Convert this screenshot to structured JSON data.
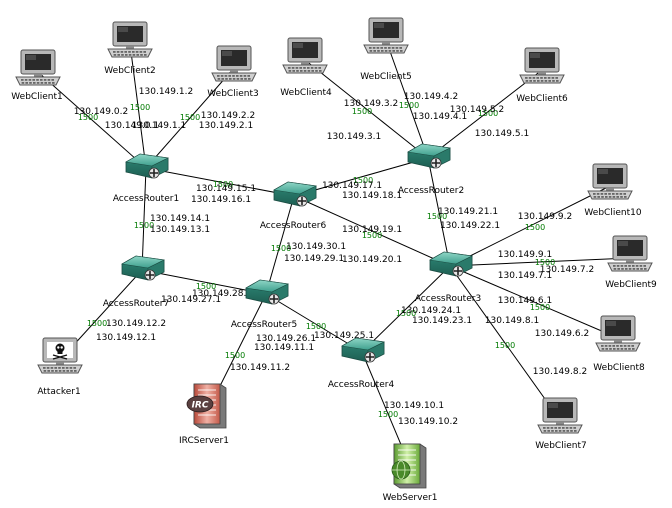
{
  "colors": {
    "background": "#ffffff",
    "link": "#000000",
    "bandwidth": "#007a00",
    "router": "#3fa08e",
    "irc_server": "#d47a6a",
    "web_server": "#7fbf4a"
  },
  "nodes": [
    {
      "id": "WebClient1",
      "label": "WebClient1",
      "type": "client",
      "icon": "monitor-icon"
    },
    {
      "id": "WebClient2",
      "label": "WebClient2",
      "type": "client",
      "icon": "monitor-icon"
    },
    {
      "id": "WebClient3",
      "label": "WebClient3",
      "type": "client",
      "icon": "monitor-icon"
    },
    {
      "id": "WebClient4",
      "label": "WebClient4",
      "type": "client",
      "icon": "monitor-icon"
    },
    {
      "id": "WebClient5",
      "label": "WebClient5",
      "type": "client",
      "icon": "monitor-icon"
    },
    {
      "id": "WebClient6",
      "label": "WebClient6",
      "type": "client",
      "icon": "monitor-icon"
    },
    {
      "id": "WebClient7",
      "label": "WebClient7",
      "type": "client",
      "icon": "monitor-icon"
    },
    {
      "id": "WebClient8",
      "label": "WebClient8",
      "type": "client",
      "icon": "monitor-icon"
    },
    {
      "id": "WebClient9",
      "label": "WebClient9",
      "type": "client",
      "icon": "monitor-icon"
    },
    {
      "id": "WebClient10",
      "label": "WebClient10",
      "type": "client",
      "icon": "monitor-icon"
    },
    {
      "id": "Attacker1",
      "label": "Attacker1",
      "type": "attacker",
      "icon": "skull-monitor-icon"
    },
    {
      "id": "AccessRouter1",
      "label": "AccessRouter1",
      "type": "router",
      "icon": "router-icon"
    },
    {
      "id": "AccessRouter2",
      "label": "AccessRouter2",
      "type": "router",
      "icon": "router-icon"
    },
    {
      "id": "AccessRouter3",
      "label": "AccessRouter3",
      "type": "router",
      "icon": "router-icon"
    },
    {
      "id": "AccessRouter4",
      "label": "AccessRouter4",
      "type": "router",
      "icon": "router-icon"
    },
    {
      "id": "AccessRouter5",
      "label": "AccessRouter5",
      "type": "router",
      "icon": "router-icon"
    },
    {
      "id": "AccessRouter6",
      "label": "AccessRouter6",
      "type": "router",
      "icon": "router-icon"
    },
    {
      "id": "AccessRouter7",
      "label": "AccessRouter7",
      "type": "router",
      "icon": "router-icon"
    },
    {
      "id": "IRCServer1",
      "label": "IRCServer1",
      "type": "irc",
      "icon": "irc-server-icon",
      "badge": "IRC"
    },
    {
      "id": "WebServer1",
      "label": "WebServer1",
      "type": "web",
      "icon": "web-server-icon"
    }
  ],
  "links": [
    {
      "a": "WebClient1",
      "b": "AccessRouter1",
      "bw": "1500",
      "ip_a": "130.149.0.2",
      "ip_b": "130.149.0.1"
    },
    {
      "a": "WebClient2",
      "b": "AccessRouter1",
      "bw": "1500",
      "ip_a": "130.149.1.2",
      "ip_b": "130.149.1.1"
    },
    {
      "a": "WebClient3",
      "b": "AccessRouter1",
      "bw": "1500",
      "ip_a": "130.149.2.2",
      "ip_b": "130.149.2.1"
    },
    {
      "a": "WebClient4",
      "b": "AccessRouter2",
      "bw": "1500",
      "ip_a": "130.149.3.2",
      "ip_b": "130.149.3.1"
    },
    {
      "a": "WebClient5",
      "b": "AccessRouter2",
      "bw": "1500",
      "ip_a": "130.149.4.2",
      "ip_b": "130.149.4.1"
    },
    {
      "a": "WebClient6",
      "b": "AccessRouter2",
      "bw": "1500",
      "ip_a": "130.149.5.2",
      "ip_b": "130.149.5.1"
    },
    {
      "a": "AccessRouter1",
      "b": "AccessRouter6",
      "bw": "1500",
      "ip_a": "130.149.15.1",
      "ip_b": "130.149.16.1"
    },
    {
      "a": "AccessRouter6",
      "b": "AccessRouter2",
      "bw": "1500",
      "ip_a": "130.149.17.1",
      "ip_b": "130.149.18.1"
    },
    {
      "a": "AccessRouter1",
      "b": "AccessRouter7",
      "bw": "1500",
      "ip_a": "130.149.14.1",
      "ip_b": "130.149.13.1"
    },
    {
      "a": "AccessRouter2",
      "b": "AccessRouter3",
      "bw": "1500",
      "ip_a": "130.149.21.1",
      "ip_b": "130.149.22.1"
    },
    {
      "a": "AccessRouter6",
      "b": "AccessRouter3",
      "bw": "1500",
      "ip_a": "130.149.19.1",
      "ip_b": "130.149.20.1"
    },
    {
      "a": "AccessRouter6",
      "b": "AccessRouter5",
      "bw": "1500",
      "ip_a": "130.149.30.1",
      "ip_b": "130.149.29.1"
    },
    {
      "a": "AccessRouter7",
      "b": "AccessRouter5",
      "bw": "1500",
      "ip_a": "130.149.28.1",
      "ip_b": "130.149.27.1"
    },
    {
      "a": "Attacker1",
      "b": "AccessRouter7",
      "bw": "1500",
      "ip_a": "130.149.12.2",
      "ip_b": "130.149.12.1"
    },
    {
      "a": "AccessRouter5",
      "b": "IRCServer1",
      "bw": "1500",
      "ip_a": "130.149.11.1",
      "ip_b": "130.149.11.2"
    },
    {
      "a": "AccessRouter5",
      "b": "AccessRouter4",
      "bw": "1500",
      "ip_a": "130.149.26.1",
      "ip_b": "130.149.25.1"
    },
    {
      "a": "AccessRouter4",
      "b": "AccessRouter3",
      "bw": "1500",
      "ip_a": "130.149.24.1",
      "ip_b": "130.149.23.1"
    },
    {
      "a": "AccessRouter4",
      "b": "WebServer1",
      "bw": "1500",
      "ip_a": "130.149.10.1",
      "ip_b": "130.149.10.2"
    },
    {
      "a": "AccessRouter3",
      "b": "WebClient10",
      "bw": "1500",
      "ip_a": "130.149.9.1",
      "ip_b": "130.149.9.2"
    },
    {
      "a": "AccessRouter3",
      "b": "WebClient9",
      "bw": "1500",
      "ip_a": "130.149.7.1",
      "ip_b": "130.149.7.2"
    },
    {
      "a": "AccessRouter3",
      "b": "WebClient8",
      "bw": "1500",
      "ip_a": "130.149.6.1",
      "ip_b": "130.149.6.2"
    },
    {
      "a": "AccessRouter3",
      "b": "WebClient7",
      "bw": "1500",
      "ip_a": "130.149.8.1",
      "ip_b": "130.149.8.2"
    }
  ]
}
